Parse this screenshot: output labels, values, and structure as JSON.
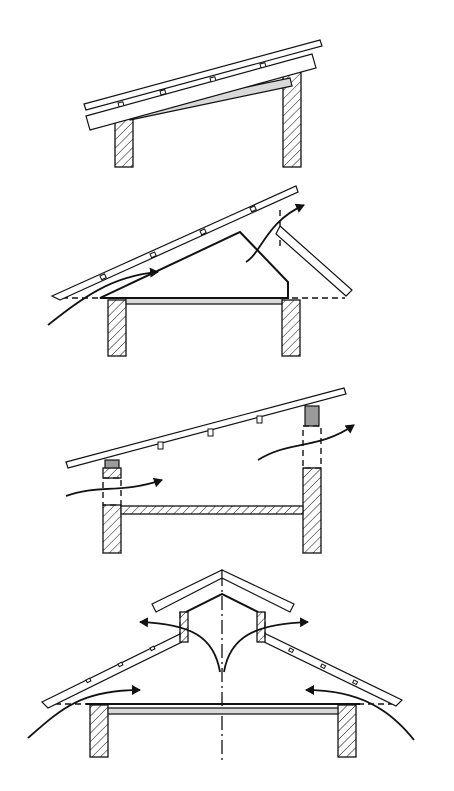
{
  "diagram": {
    "panel_count": 4,
    "panels": [
      {
        "id": "monopitch-roof-with-ventilated-gap"
      },
      {
        "id": "pitched-roof-with-gable-ventilation"
      },
      {
        "id": "monopitch-roof-with-wall-vents"
      },
      {
        "id": "gable-roof-with-ridge-ventilation"
      }
    ],
    "colors": {
      "line": "#111111",
      "hatch": "#111111",
      "beam_fill": "#d9d9d9",
      "cap_fill": "#9a9a9a",
      "background": "#ffffff"
    },
    "icons": [
      "airflow-arrow",
      "wall-hatch",
      "centerline"
    ]
  }
}
